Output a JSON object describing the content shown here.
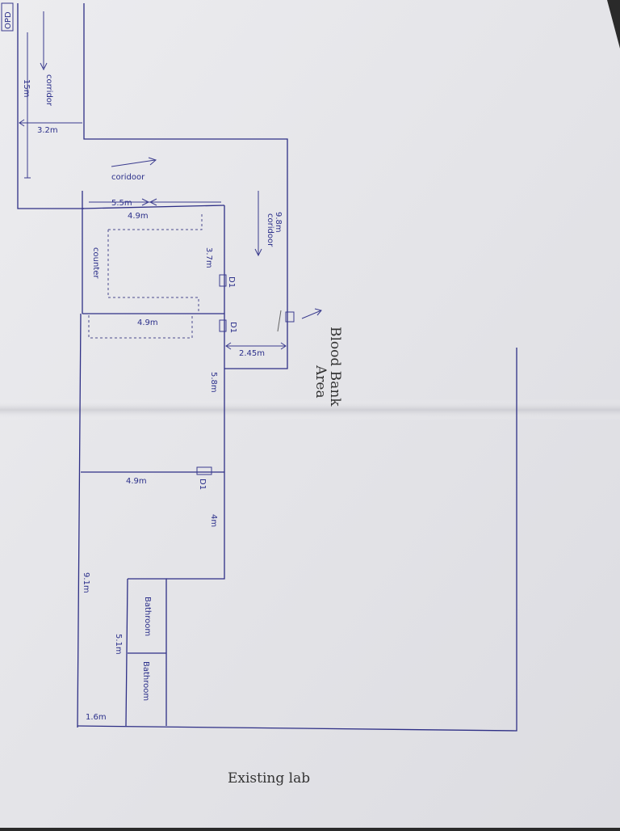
{
  "labels": {
    "opd": "OPD",
    "corridor_top": "corridor",
    "corridor_mid": "coridoor",
    "corridor_right": "coridoor",
    "counter": "counter",
    "blood_bank": "Blood Bank Area",
    "blood_bank_line1": "Blood Bank",
    "blood_bank_line2": "Area",
    "bathroom_1": "Bathroom",
    "bathroom_2": "Bathroom",
    "door": "D1",
    "caption": "Existing lab"
  },
  "dimensions": {
    "d_15m": "15m",
    "d_3_2m": "3.2m",
    "d_5_5m": "5.5m",
    "d_4_9m_a": "4.9m",
    "d_4_9m_b": "4.9m",
    "d_4_9m_c": "4.9m",
    "d_3_7m": "3.7m",
    "d_9_8m": "9.8m",
    "d_2_45m": "2.45m",
    "d_5_8m": "5.8m",
    "d_4m": "4m",
    "d_9_1m": "9.1m",
    "d_5_1m": "5.1m",
    "d_1_6m": "1.6m"
  },
  "colors": {
    "ink": "#2e2f86",
    "paper": "#e9e9ec",
    "pencil": "#333333"
  }
}
